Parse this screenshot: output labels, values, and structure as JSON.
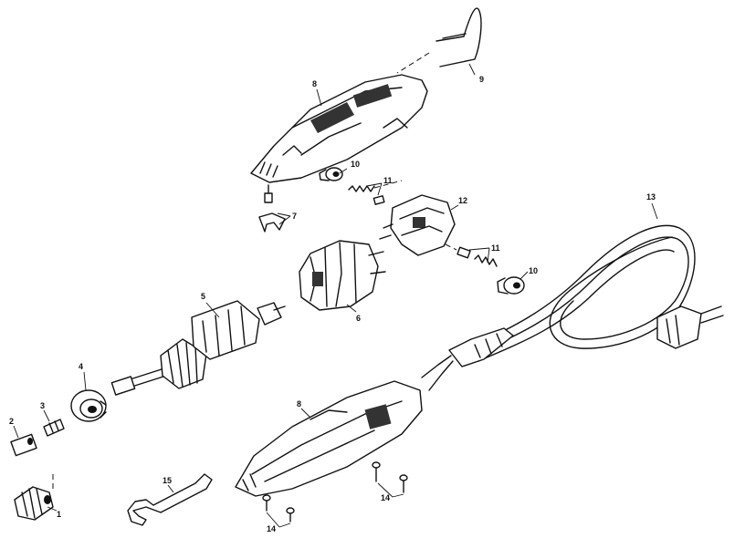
{
  "callouts": {
    "p1": "1",
    "p2": "2",
    "p3": "3",
    "p4": "4",
    "p5": "5",
    "p6": "6",
    "p7": "7",
    "p8_top": "8",
    "p8_bottom": "8",
    "p9": "9",
    "p10_top": "10",
    "p10_right": "10",
    "p11_top": "11",
    "p11_right": "11",
    "p12": "12",
    "p13": "13",
    "p14_left": "14",
    "p14_right": "14",
    "p15": "15"
  }
}
